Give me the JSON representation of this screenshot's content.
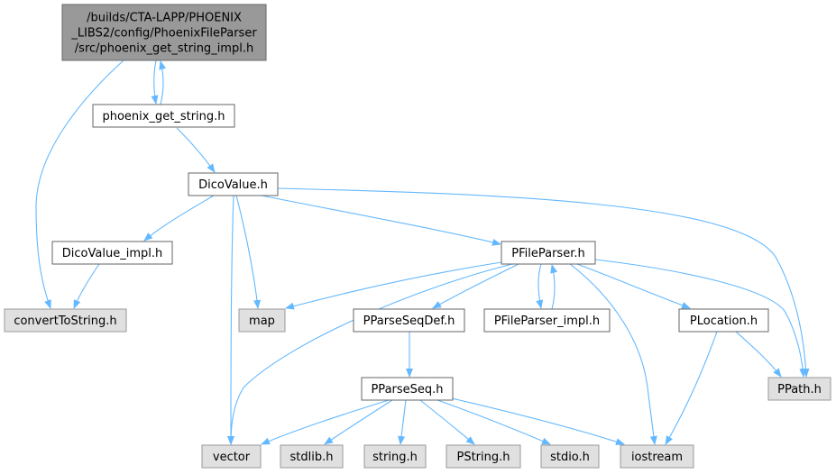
{
  "colors": {
    "edge": "#63b8ff",
    "box_border": "#666666",
    "highlight_fill": "#999999",
    "highlight_border": "#666666",
    "plain_fill": "#ffffff",
    "external_fill": "#e0e0e0",
    "external_border": "#999999"
  },
  "nodes": [
    {
      "id": "root",
      "kind": "highlight",
      "lines": [
        "/builds/CTA-LAPP/PHOENIX",
        "_LIBS2/config/PhoenixFileParser",
        "/src/phoenix_get_string_impl.h"
      ]
    },
    {
      "id": "phoenix_get_string",
      "kind": "plain",
      "lines": [
        "phoenix_get_string.h"
      ]
    },
    {
      "id": "dicovalue",
      "kind": "plain",
      "lines": [
        "DicoValue.h"
      ]
    },
    {
      "id": "dicovalue_impl",
      "kind": "plain",
      "lines": [
        "DicoValue_impl.h"
      ]
    },
    {
      "id": "converttostring",
      "kind": "external",
      "lines": [
        "convertToString.h"
      ]
    },
    {
      "id": "map",
      "kind": "external",
      "lines": [
        "map"
      ]
    },
    {
      "id": "pfileparser",
      "kind": "plain",
      "lines": [
        "PFileParser.h"
      ]
    },
    {
      "id": "pparseseqdef",
      "kind": "plain",
      "lines": [
        "PParseSeqDef.h"
      ]
    },
    {
      "id": "pfileparser_impl",
      "kind": "plain",
      "lines": [
        "PFileParser_impl.h"
      ]
    },
    {
      "id": "plocation",
      "kind": "plain",
      "lines": [
        "PLocation.h"
      ]
    },
    {
      "id": "ppath",
      "kind": "external",
      "lines": [
        "PPath.h"
      ]
    },
    {
      "id": "pparseseq",
      "kind": "plain",
      "lines": [
        "PParseSeq.h"
      ]
    },
    {
      "id": "vector",
      "kind": "external",
      "lines": [
        "vector"
      ]
    },
    {
      "id": "stdlib",
      "kind": "external",
      "lines": [
        "stdlib.h"
      ]
    },
    {
      "id": "string",
      "kind": "external",
      "lines": [
        "string.h"
      ]
    },
    {
      "id": "pstring",
      "kind": "external",
      "lines": [
        "PString.h"
      ]
    },
    {
      "id": "stdio",
      "kind": "external",
      "lines": [
        "stdio.h"
      ]
    },
    {
      "id": "iostream",
      "kind": "external",
      "lines": [
        "iostream"
      ]
    }
  ],
  "edges": [
    {
      "from": "root",
      "to": "phoenix_get_string"
    },
    {
      "from": "phoenix_get_string",
      "to": "root"
    },
    {
      "from": "root",
      "to": "converttostring"
    },
    {
      "from": "phoenix_get_string",
      "to": "dicovalue"
    },
    {
      "from": "dicovalue",
      "to": "dicovalue_impl"
    },
    {
      "from": "dicovalue",
      "to": "map"
    },
    {
      "from": "dicovalue",
      "to": "vector"
    },
    {
      "from": "dicovalue",
      "to": "pfileparser"
    },
    {
      "from": "dicovalue",
      "to": "ppath"
    },
    {
      "from": "dicovalue_impl",
      "to": "converttostring"
    },
    {
      "from": "pfileparser",
      "to": "map"
    },
    {
      "from": "pfileparser",
      "to": "vector"
    },
    {
      "from": "pfileparser",
      "to": "pparseseqdef"
    },
    {
      "from": "pfileparser",
      "to": "pfileparser_impl"
    },
    {
      "from": "pfileparser_impl",
      "to": "pfileparser"
    },
    {
      "from": "pfileparser",
      "to": "plocation"
    },
    {
      "from": "pfileparser",
      "to": "ppath"
    },
    {
      "from": "pfileparser",
      "to": "iostream"
    },
    {
      "from": "pparseseqdef",
      "to": "pparseseq"
    },
    {
      "from": "plocation",
      "to": "ppath"
    },
    {
      "from": "plocation",
      "to": "iostream"
    },
    {
      "from": "pparseseq",
      "to": "vector"
    },
    {
      "from": "pparseseq",
      "to": "stdlib"
    },
    {
      "from": "pparseseq",
      "to": "string"
    },
    {
      "from": "pparseseq",
      "to": "pstring"
    },
    {
      "from": "pparseseq",
      "to": "stdio"
    },
    {
      "from": "pparseseq",
      "to": "iostream"
    }
  ]
}
